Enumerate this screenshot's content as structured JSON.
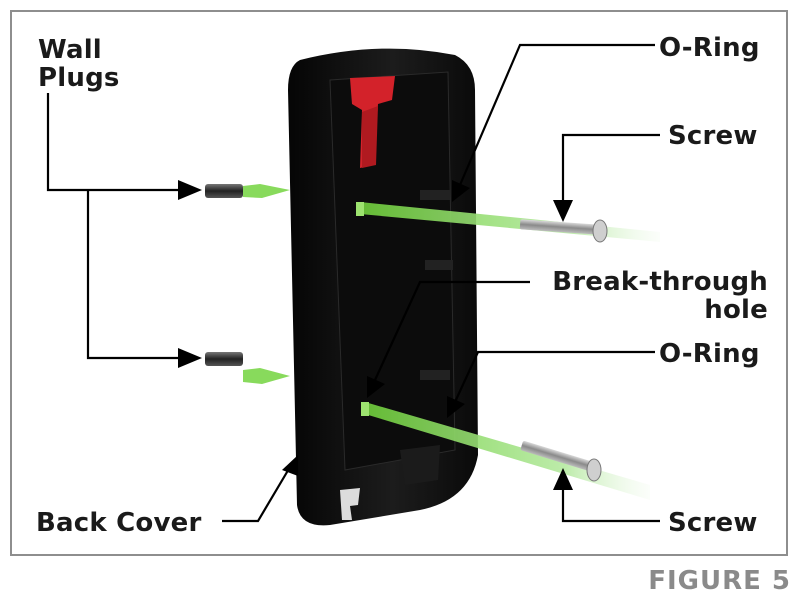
{
  "labels": {
    "wall_plugs": "Wall\nPlugs",
    "o_ring_top": "O-Ring",
    "screw_top": "Screw",
    "break_through_line1": "Break-through",
    "break_through_line2": "hole",
    "o_ring_bottom": "O-Ring",
    "back_cover": "Back Cover",
    "screw_bottom": "Screw"
  },
  "caption": "FIGURE 5",
  "colors": {
    "frame": "#8e8e8e",
    "device": "#111111",
    "accent_red": "#d3222a",
    "o_ring_green": "#7bd64a",
    "caption": "#8a8a8a"
  }
}
